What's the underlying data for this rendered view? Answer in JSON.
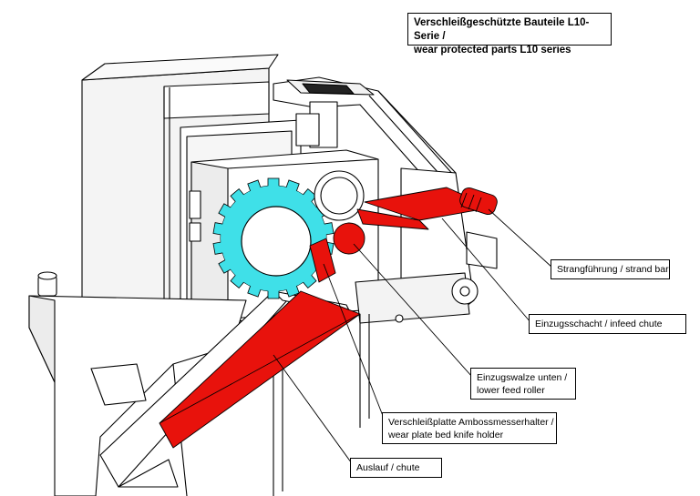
{
  "title": {
    "line1": "Verschleißgeschützte Bauteile L10-Serie /",
    "line2": "wear protected parts L10 series"
  },
  "callouts": {
    "strand_bar": "Strangführung / strand bar",
    "infeed_chute": "Einzugsschacht / infeed chute",
    "feed_roller_line1": "Einzugswalze unten /",
    "feed_roller_line2": "lower feed roller",
    "wear_plate_line1": "Verschleißplatte Ambossmesserhalter /",
    "wear_plate_line2": "wear plate bed knife holder",
    "chute": "Auslauf  / chute"
  },
  "colors": {
    "wear_part": "#e8120c",
    "gear": "#3fe0e8",
    "line": "#000000",
    "body_fill": "#ffffff",
    "shade": "#e9e9e9"
  }
}
